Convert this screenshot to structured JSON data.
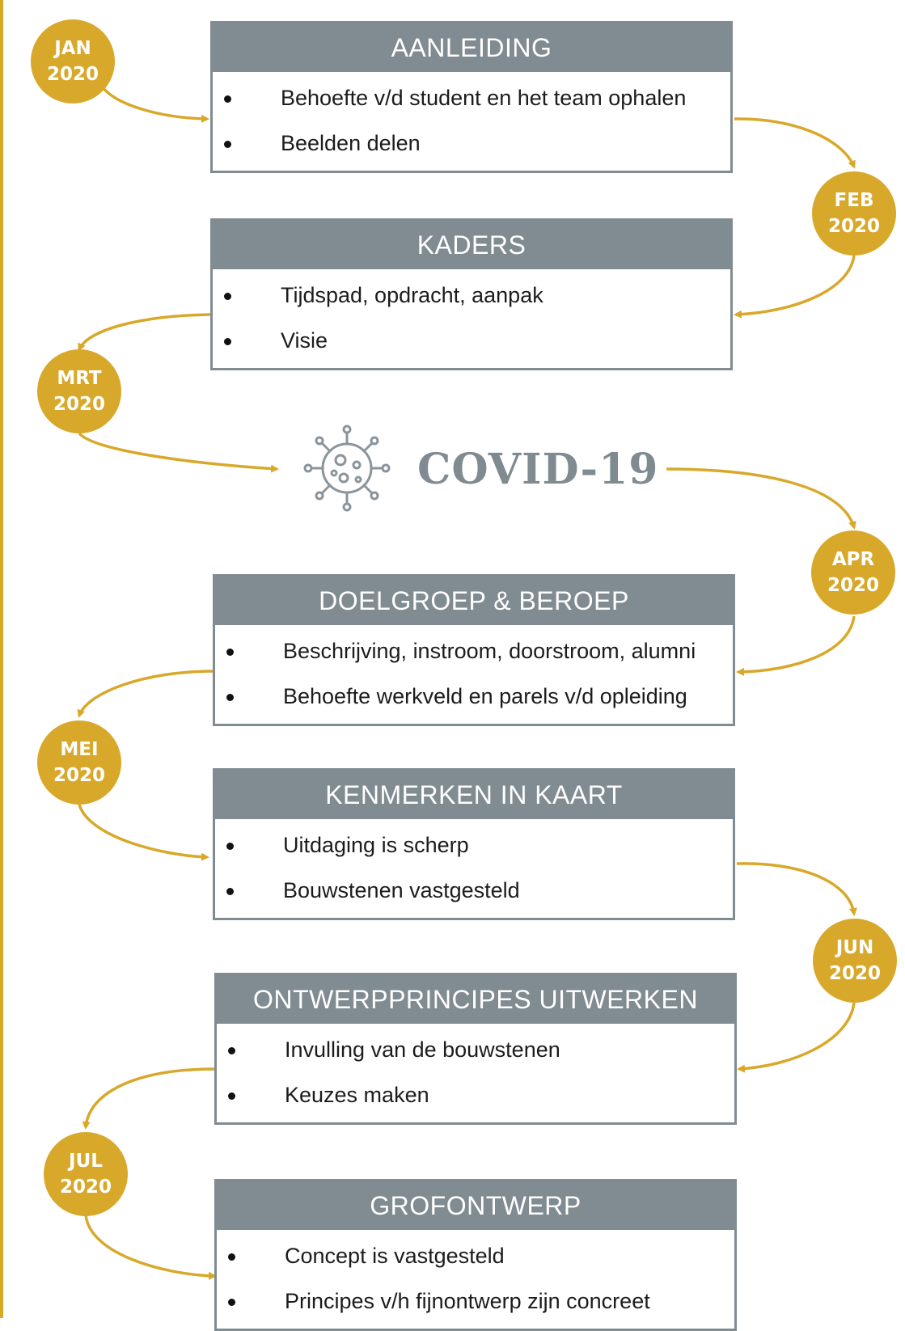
{
  "colors": {
    "accent": "#d8a82a",
    "header": "#808b92"
  },
  "badges": [
    {
      "month": "JAN",
      "year": "2020"
    },
    {
      "month": "FEB",
      "year": "2020"
    },
    {
      "month": "MRT",
      "year": "2020"
    },
    {
      "month": "APR",
      "year": "2020"
    },
    {
      "month": "MEI",
      "year": "2020"
    },
    {
      "month": "JUN",
      "year": "2020"
    },
    {
      "month": "JUL",
      "year": "2020"
    }
  ],
  "cards": [
    {
      "title": "AANLEIDING",
      "items": [
        "Behoefte v/d student en het team ophalen",
        "Beelden delen"
      ]
    },
    {
      "title": "KADERS",
      "items": [
        "Tijdspad, opdracht, aanpak",
        "Visie"
      ]
    },
    {
      "title": "DOELGROEP & BEROEP",
      "items": [
        "Beschrijving, instroom, doorstroom, alumni",
        "Behoefte werkveld en parels v/d opleiding"
      ]
    },
    {
      "title": "KENMERKEN IN KAART",
      "items": [
        "Uitdaging is scherp",
        "Bouwstenen vastgesteld"
      ]
    },
    {
      "title": "ONTWERPPRINCIPES UITWERKEN",
      "items": [
        "Invulling van de bouwstenen",
        "Keuzes maken"
      ]
    },
    {
      "title": "GROFONTWERP",
      "items": [
        "Concept is vastgesteld",
        "Principes v/h fijnontwerp zijn concreet"
      ]
    }
  ],
  "covid": {
    "label": "COVID-19",
    "icon": "virus-icon"
  }
}
